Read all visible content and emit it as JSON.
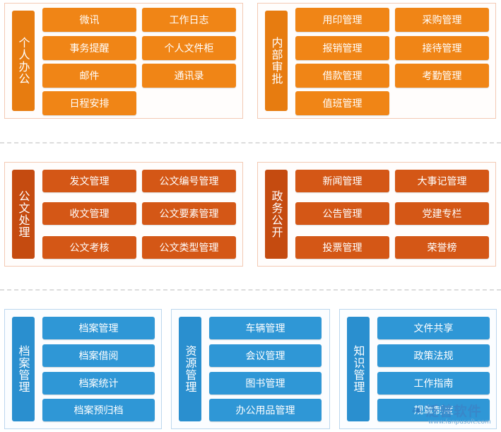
{
  "groups": [
    {
      "title": "个人办公",
      "items": [
        "微讯",
        "工作日志",
        "事务提醒",
        "个人文件柜",
        "邮件",
        "通讯录",
        "日程安排"
      ]
    },
    {
      "title": "内部审批",
      "items": [
        "用印管理",
        "采购管理",
        "报销管理",
        "接待管理",
        "借款管理",
        "考勤管理",
        "值班管理"
      ]
    },
    {
      "title": "公文处理",
      "items": [
        "发文管理",
        "公文编号管理",
        "收文管理",
        "公文要素管理",
        "公文考核",
        "公文类型管理"
      ]
    },
    {
      "title": "政务公开",
      "items": [
        "新闻管理",
        "大事记管理",
        "公告管理",
        "党建专栏",
        "投票管理",
        "荣誉榜"
      ]
    },
    {
      "title": "档案管理",
      "items": [
        "档案管理",
        "档案借阅",
        "档案统计",
        "档案预归档"
      ]
    },
    {
      "title": "资源管理",
      "items": [
        "车辆管理",
        "会议管理",
        "图书管理",
        "办公用品管理"
      ]
    },
    {
      "title": "知识管理",
      "items": [
        "文件共享",
        "政策法规",
        "工作指南",
        "规章制度"
      ]
    }
  ],
  "watermark": {
    "brand": "泛普软件",
    "url": "www.fanpusoft.com",
    "icon": "leaf-icon"
  },
  "colors": {
    "orange": "#f08516",
    "rust": "#d45716",
    "blue": "#2f97d6"
  }
}
